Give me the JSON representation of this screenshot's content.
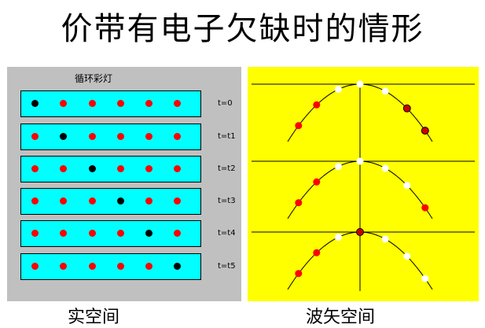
{
  "title": "价带有电子欠缺时的情形",
  "real_space": {
    "panel_title": "循环彩灯",
    "caption": "实空间",
    "rows": [
      {
        "time": "t=0",
        "dots": [
          "black",
          "red",
          "red",
          "red",
          "red",
          "red"
        ]
      },
      {
        "time": "t=t1",
        "dots": [
          "red",
          "black",
          "red",
          "red",
          "red",
          "red"
        ]
      },
      {
        "time": "t=t2",
        "dots": [
          "red",
          "red",
          "black",
          "red",
          "red",
          "red"
        ]
      },
      {
        "time": "t=t3",
        "dots": [
          "red",
          "red",
          "red",
          "black",
          "red",
          "red"
        ]
      },
      {
        "time": "t=t4",
        "dots": [
          "red",
          "red",
          "red",
          "red",
          "black",
          "red"
        ]
      },
      {
        "time": "t=t5",
        "dots": [
          "red",
          "red",
          "red",
          "red",
          "red",
          "black"
        ]
      }
    ]
  },
  "wave_space": {
    "caption": "波矢空间",
    "bands": [
      {
        "dots": [
          "red",
          "red",
          "white",
          "white",
          "white",
          "dark-red",
          "dark-red"
        ]
      },
      {
        "dots": [
          "red",
          "red",
          "white",
          "white",
          "white",
          "white",
          "red"
        ]
      },
      {
        "dots": [
          "red",
          "red",
          "white",
          "dark-red",
          "white",
          "white",
          "white"
        ]
      }
    ]
  },
  "colors": {
    "background_real": "#c0c0c0",
    "row_fill": "#00ffff",
    "background_wave": "#ffff00",
    "electron": "#ff0000",
    "hole": "#000000",
    "empty_state": "#ffffff"
  }
}
